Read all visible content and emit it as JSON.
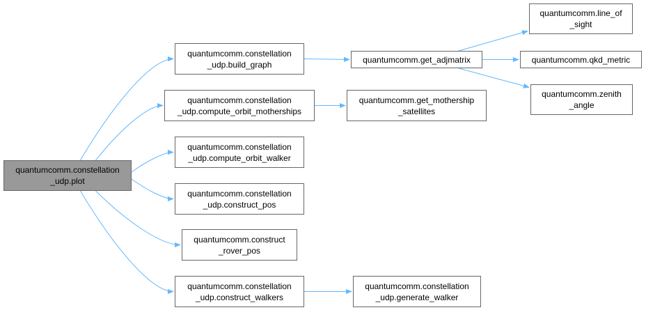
{
  "nodes": {
    "plot": [
      "quantumcomm.constellation",
      "_udp.plot"
    ],
    "build_graph": [
      "quantumcomm.constellation",
      "_udp.build_graph"
    ],
    "compute_orbit_motherships": [
      "quantumcomm.constellation",
      "_udp.compute_orbit_motherships"
    ],
    "compute_orbit_walker": [
      "quantumcomm.constellation",
      "_udp.compute_orbit_walker"
    ],
    "construct_pos": [
      "quantumcomm.constellation",
      "_udp.construct_pos"
    ],
    "construct_rover_pos": [
      "quantumcomm.construct",
      "_rover_pos"
    ],
    "construct_walkers": [
      "quantumcomm.constellation",
      "_udp.construct_walkers"
    ],
    "get_adjmatrix": [
      "quantumcomm.get_adjmatrix"
    ],
    "get_mothership_satellites": [
      "quantumcomm.get_mothership",
      "_satellites"
    ],
    "generate_walker": [
      "quantumcomm.constellation",
      "_udp.generate_walker"
    ],
    "line_of_sight": [
      "quantumcomm.line_of",
      "_sight"
    ],
    "qkd_metric": [
      "quantumcomm.qkd_metric"
    ],
    "zenith_angle": [
      "quantumcomm.zenith",
      "_angle"
    ]
  },
  "edges": [
    [
      "plot",
      "build_graph"
    ],
    [
      "plot",
      "compute_orbit_motherships"
    ],
    [
      "plot",
      "compute_orbit_walker"
    ],
    [
      "plot",
      "construct_pos"
    ],
    [
      "plot",
      "construct_rover_pos"
    ],
    [
      "plot",
      "construct_walkers"
    ],
    [
      "build_graph",
      "get_adjmatrix"
    ],
    [
      "compute_orbit_motherships",
      "get_mothership_satellites"
    ],
    [
      "construct_walkers",
      "generate_walker"
    ],
    [
      "get_adjmatrix",
      "line_of_sight"
    ],
    [
      "get_adjmatrix",
      "qkd_metric"
    ],
    [
      "get_adjmatrix",
      "zenith_angle"
    ]
  ],
  "colors": {
    "edge": "#63b8ff",
    "root_fill": "#999999",
    "border": "#666666"
  }
}
